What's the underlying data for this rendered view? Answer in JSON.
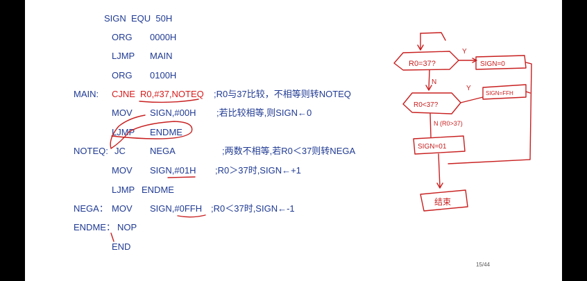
{
  "code": {
    "l1": "SIGN  EQU  50H",
    "l2": {
      "mnemonic": "ORG",
      "operand": "0000H"
    },
    "l3": {
      "mnemonic": "LJMP",
      "operand": "MAIN"
    },
    "l4": {
      "mnemonic": "ORG",
      "operand": "0100H"
    },
    "l5": {
      "label": "MAIN:",
      "mnemonic": "CJNE",
      "operand": "R0,#37,NOTEQ",
      "comment": ";R0与37比较，不相等则转NOTEQ"
    },
    "l6": {
      "mnemonic": "MOV",
      "operand": "SIGN,#00H",
      "comment": ";若比较相等,则SIGN←0"
    },
    "l7": {
      "mnemonic": "LJMP",
      "operand": "ENDME"
    },
    "l8": {
      "label": "NOTEQ:",
      "mnemonic": "JC",
      "operand": "NEGA",
      "comment": ";两数不相等,若R0＜37则转NEGA"
    },
    "l9": {
      "mnemonic": "MOV",
      "operand": "SIGN,#01H",
      "comment": ";R0＞37时,SIGN←+1"
    },
    "l10": {
      "mnemonic": "LJMP",
      "operand": "ENDME"
    },
    "l11": {
      "label": "NEGA：",
      "mnemonic": "MOV",
      "operand": "SIGN,#0FFH",
      "comment": ";R0＜37时,SIGN←-1"
    },
    "l12": {
      "label": "ENDME：",
      "mnemonic": "NOP"
    },
    "l13": {
      "mnemonic": "END"
    }
  },
  "page_number": "15/44",
  "colors": {
    "code": "#1f3a93",
    "highlight": "#d61b1b",
    "ink": "#c81e1e",
    "background": "#000000"
  }
}
